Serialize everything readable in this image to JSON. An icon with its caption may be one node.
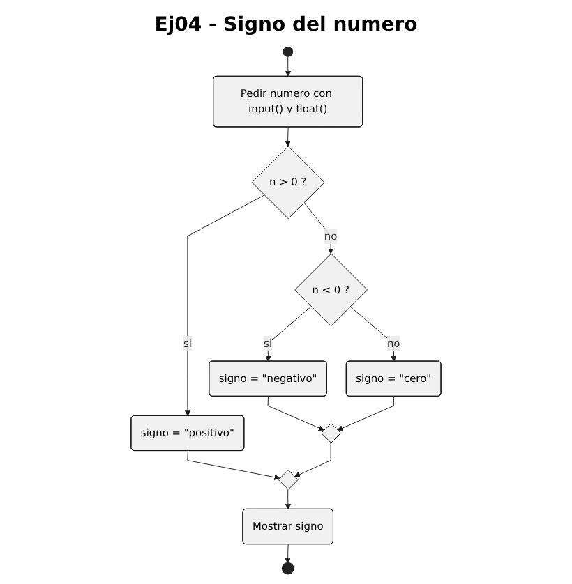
{
  "diagram": {
    "title": "Ej04 - Signo del numero",
    "nodes": [
      {
        "text": [],
        "shape": "circle"
      },
      {
        "text": [
          "Pedir numero con input() y float()"
        ]
      },
      {
        "text": [
          "n > 0 ?"
        ]
      },
      {
        "text": [
          "signo = \"positivo\""
        ]
      },
      {
        "text": [
          "n < 0 ?"
        ]
      },
      {
        "text": [
          "signo = \"negativo\""
        ]
      },
      {
        "text": [
          "signo = \"cero\""
        ]
      },
      {
        "text": [],
        "shape": "diamond"
      },
      {
        "text": [],
        "shape": "diamond"
      },
      {
        "text": [
          "Mostrar signo"
        ]
      },
      {
        "text": [],
        "shape": "circle"
      }
    ],
    "edges": [
      {
        "from": 0,
        "to": 1,
        "arrow": "to"
      },
      {
        "from": 1,
        "to": 2,
        "arrow": "to"
      },
      {
        "from": 2,
        "to": 3,
        "arrow": "to",
        "label": "si"
      },
      {
        "from": 2,
        "to": 4,
        "arrow": "to",
        "label": "no"
      },
      {
        "from": 4,
        "to": 5,
        "arrow": "to",
        "label": "si"
      },
      {
        "from": 4,
        "to": 6,
        "arrow": "to",
        "label": "no"
      },
      {
        "from": 5,
        "to": 7,
        "arrow": "to"
      },
      {
        "from": 6,
        "to": 7,
        "arrow": "to"
      },
      {
        "from": 3,
        "to": 8,
        "arrow": "to"
      },
      {
        "from": 7,
        "to": 8,
        "arrow": "to"
      },
      {
        "from": 8,
        "to": 9,
        "arrow": "to"
      },
      {
        "from": 9,
        "to": 10,
        "arrow": "to"
      }
    ]
  }
}
